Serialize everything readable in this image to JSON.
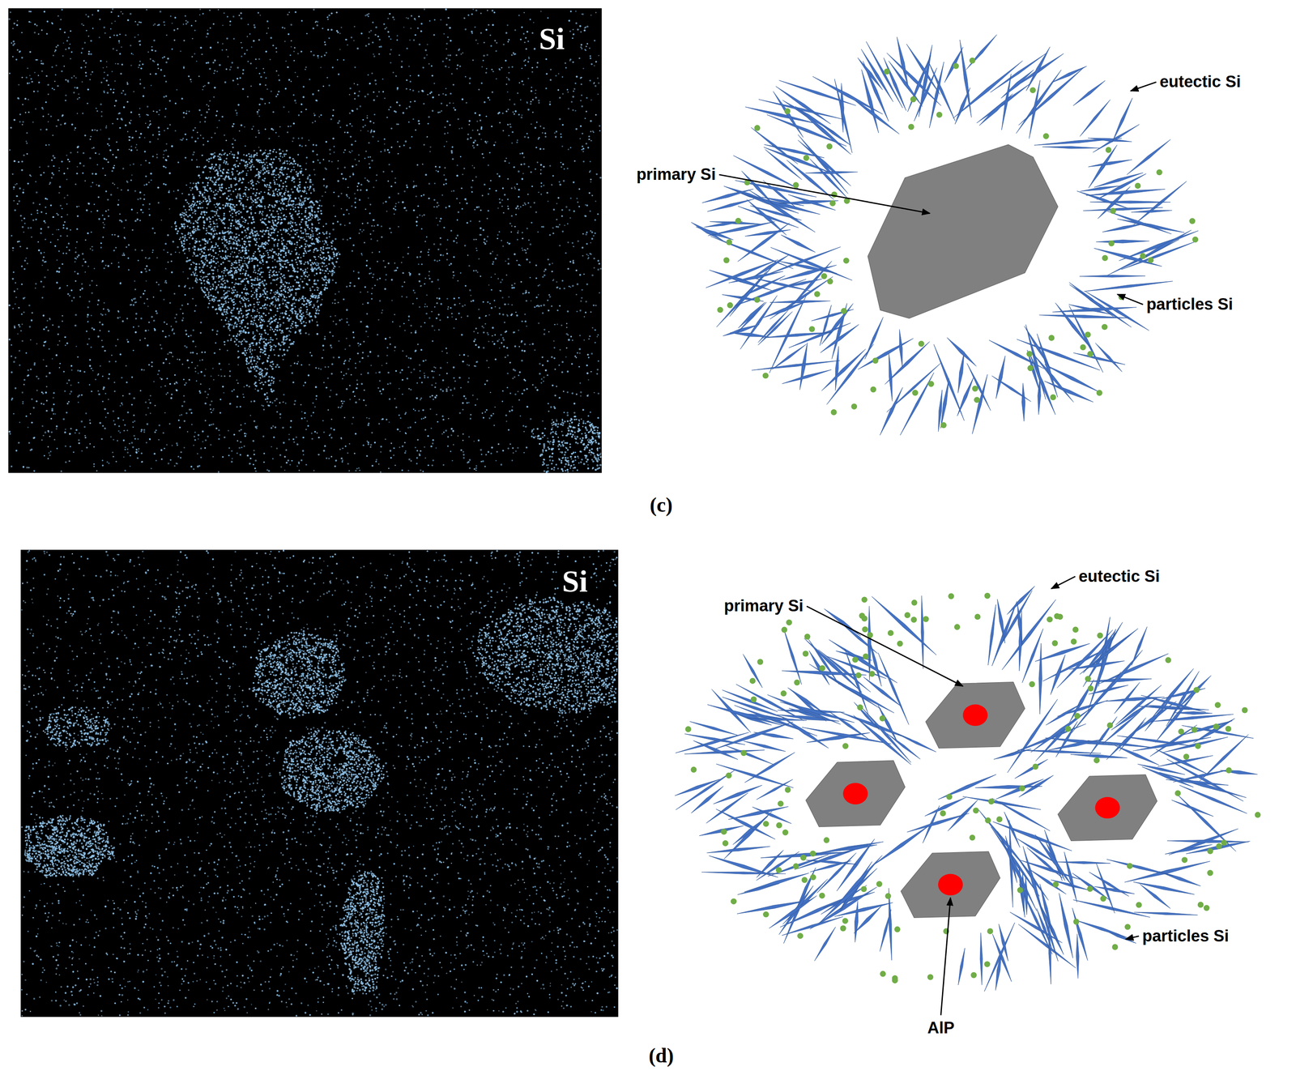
{
  "diagram": {
    "labels": [
      "Si",
      "eutectic Si",
      "primary Si",
      "particles Si",
      "(c)",
      "Si",
      "primary Si",
      "eutectic Si",
      "particles Si",
      "AlP",
      "(d)"
    ]
  }
}
